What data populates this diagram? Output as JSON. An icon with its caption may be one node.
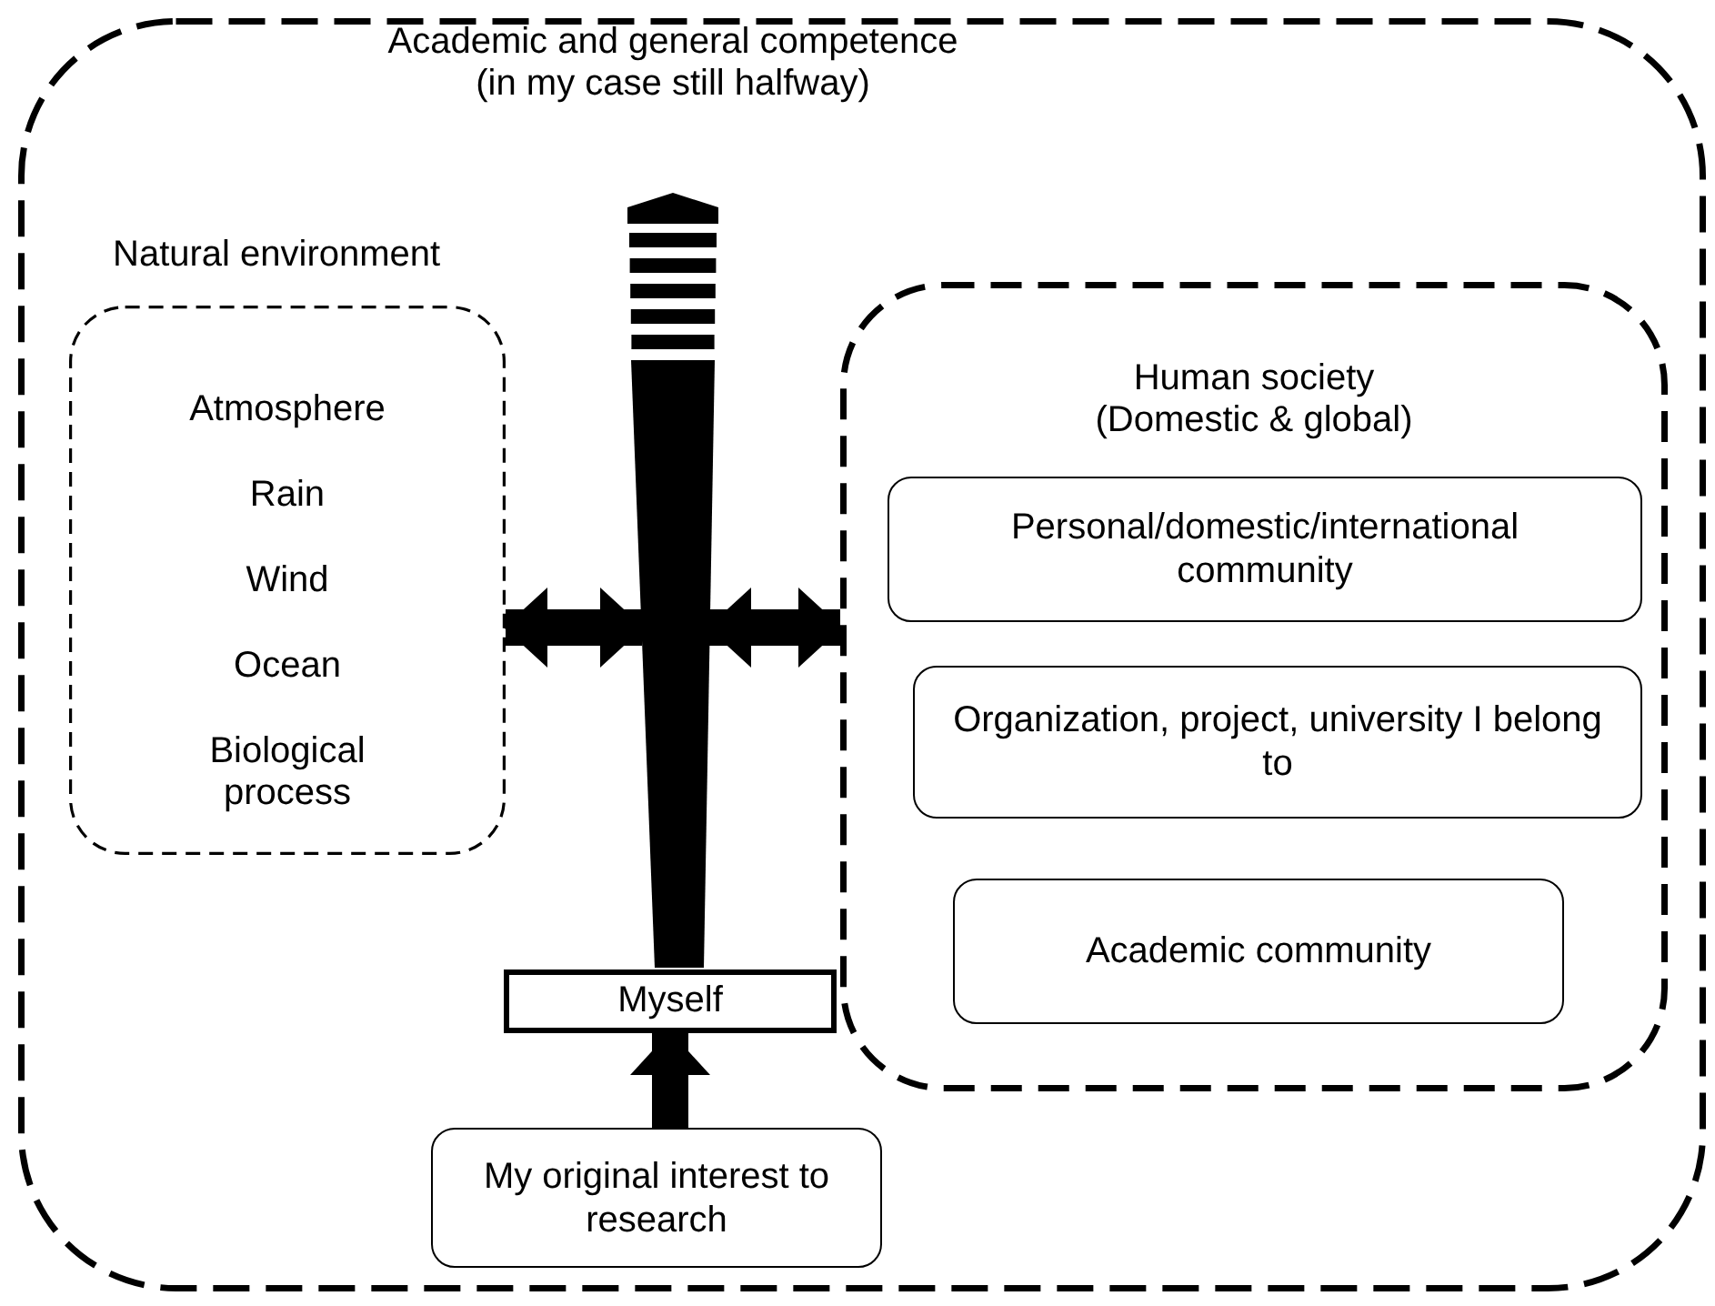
{
  "diagram": {
    "nodes": [
      {
        "text": [],
        "shape": "box"
      },
      {
        "text": [
          "Natural environment",
          "Atmosphere",
          "Rain",
          "Wind",
          "Ocean",
          "Biological process"
        ],
        "in": 0
      },
      {
        "text": [],
        "shape": "bar",
        "beside": [
          "Academic and general competence (in my case still halfway)"
        ],
        "in": 0
      },
      {
        "text": [
          "Myself"
        ],
        "in": 0
      },
      {
        "text": [
          "Human society (Domestic & global)"
        ],
        "in": 0
      },
      {
        "text": [
          "Personal/domestic/international community"
        ],
        "in": 4
      },
      {
        "text": [
          "Organization, project, university I belong to"
        ],
        "in": 4
      },
      {
        "text": [
          "Academic community"
        ],
        "in": 4
      },
      {
        "text": [
          "My original interest to research"
        ],
        "in": 0
      }
    ],
    "edges": [
      {
        "from": 1,
        "to": 2,
        "arrow": "both"
      },
      {
        "from": 2,
        "to": 4,
        "arrow": "both"
      },
      {
        "from": 8,
        "to": 3,
        "arrow": "to"
      }
    ]
  }
}
